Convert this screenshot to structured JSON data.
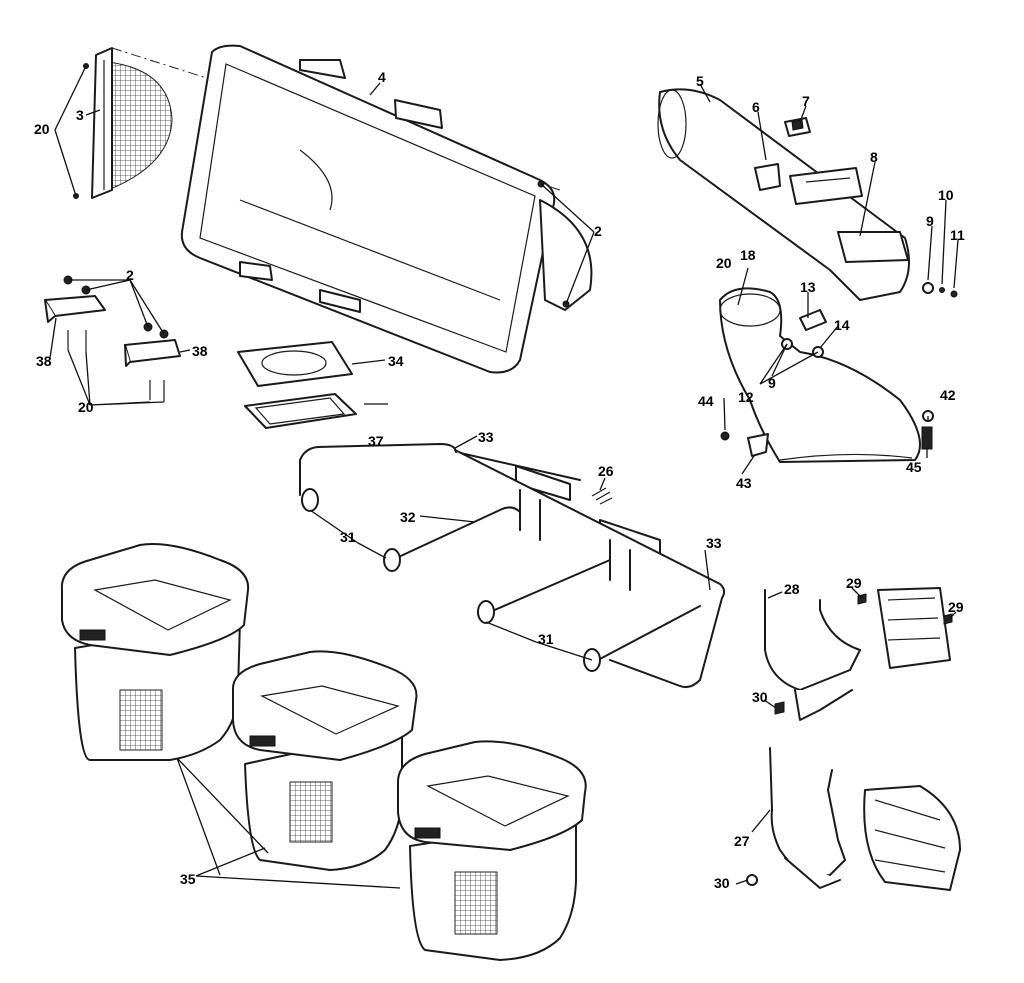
{
  "callouts": {
    "c2a": "2",
    "c2b": "2",
    "c3": "3",
    "c4": "4",
    "c5": "5",
    "c6": "6",
    "c7": "7",
    "c8": "8",
    "c9a": "9",
    "c9b": "9",
    "c10": "10",
    "c11": "11",
    "c12": "12",
    "c13": "13",
    "c14": "14",
    "c18": "18",
    "c20a": "20",
    "c20b": "20",
    "c20c": "20",
    "c26": "26",
    "c27": "27",
    "c28": "28",
    "c29a": "29",
    "c29b": "29",
    "c30a": "30",
    "c30b": "30",
    "c31a": "31",
    "c31b": "31",
    "c32": "32",
    "c33a": "33",
    "c33b": "33",
    "c34": "34",
    "c35": "35",
    "c37": "37",
    "c38a": "38",
    "c38b": "38",
    "c42": "42",
    "c43": "43",
    "c44": "44",
    "c45": "45"
  },
  "colors": {
    "line": "#1a1a1a",
    "background": "#ffffff"
  }
}
